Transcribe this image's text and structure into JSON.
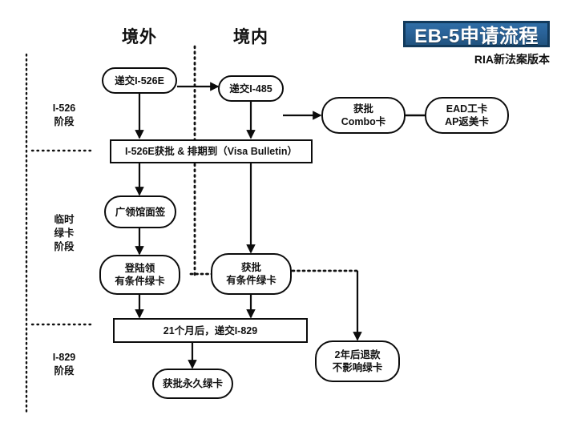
{
  "title": {
    "badge_text": "EB-5申请流程",
    "subtitle": "RIA新法案版本",
    "badge_bg": "#2a6298",
    "badge_border": "#123a5c",
    "badge_text_color": "#ffffff"
  },
  "columns": [
    {
      "label": "境外"
    },
    {
      "label": "境内"
    }
  ],
  "stages": [
    {
      "line1": "I-526",
      "line2": "阶段",
      "line3": ""
    },
    {
      "line1": "临时",
      "line2": "绿卡",
      "line3": "阶段"
    },
    {
      "line1": "I-829",
      "line2": "阶段",
      "line3": ""
    }
  ],
  "nodes": [
    {
      "id": "submit_i526e",
      "shape": "pill",
      "line1": "递交I-526E",
      "line2": ""
    },
    {
      "id": "submit_i485",
      "shape": "pill",
      "line1": "递交I-485",
      "line2": ""
    },
    {
      "id": "combo_approved",
      "shape": "pill",
      "line1": "获批",
      "line2": "Combo卡"
    },
    {
      "id": "ead_ap",
      "shape": "pill",
      "line1": "EAD工卡",
      "line2": "AP返美卡"
    },
    {
      "id": "i526e_approved",
      "shape": "rect",
      "line1": "I-526E获批 & 排期到（Visa Bulletin）",
      "line2": ""
    },
    {
      "id": "consulate",
      "shape": "pill",
      "line1": "广领馆面签",
      "line2": ""
    },
    {
      "id": "land_cond_gc",
      "shape": "pill",
      "line1": "登陆领",
      "line2": "有条件绿卡"
    },
    {
      "id": "approved_cond_gc",
      "shape": "pill",
      "line1": "获批",
      "line2": "有条件绿卡"
    },
    {
      "id": "file_i829",
      "shape": "rect",
      "line1": "21个月后，递交I-829",
      "line2": ""
    },
    {
      "id": "refund_note",
      "shape": "pill",
      "line1": "2年后退款",
      "line2": "不影响绿卡"
    },
    {
      "id": "permanent_gc",
      "shape": "pill",
      "line1": "获批永久绿卡",
      "line2": ""
    }
  ],
  "colors": {
    "stroke": "#0c0c0c",
    "divider": "#111111",
    "background": "#ffffff"
  }
}
